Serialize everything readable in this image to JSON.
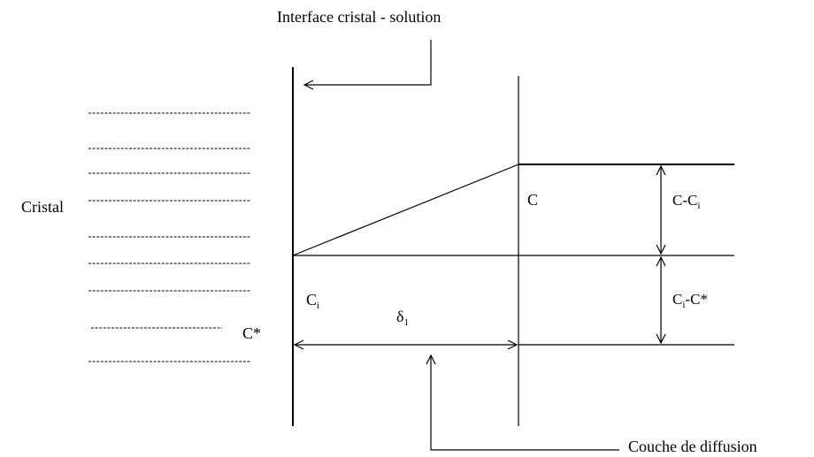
{
  "labels": {
    "interface": "Interface cristal - solution",
    "cristal": "Cristal",
    "c": "C",
    "c_minus_ci_base": "C-C",
    "c_minus_ci_sub": "i",
    "ci_base": "C",
    "ci_sub": "i",
    "cstar": "C*",
    "ci_minus_cstar_base": "C",
    "ci_minus_cstar_sub": "i",
    "ci_minus_cstar_tail": "-C*",
    "delta_base": "δ",
    "delta_sub": "1",
    "couche": "Couche de diffusion"
  }
}
